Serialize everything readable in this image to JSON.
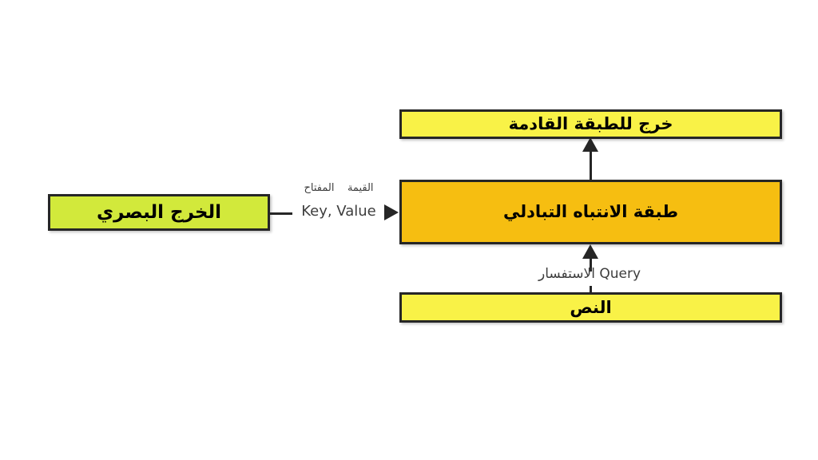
{
  "diagram": {
    "title": "طبقة الانتباه التبادلي",
    "language": "ar",
    "background_color": "#ffffff",
    "nodes": {
      "next_layer": {
        "label": "خرج للطبقة القادمة",
        "fill_color": "#F9F247",
        "border_color": "#262626"
      },
      "cross_attention": {
        "label": "طبقة الانتباه التبادلي",
        "fill_color": "#F6BE11",
        "border_color": "#262626"
      },
      "text_input": {
        "label": "النص",
        "fill_color": "#F9F247",
        "border_color": "#262626"
      },
      "visual_output": {
        "label": "الخرج البصري",
        "fill_color": "#D2E93B",
        "border_color": "#262626"
      }
    },
    "edges": {
      "key_value": {
        "latin_label": "Key, Value",
        "arabic_label": "القيمة    المفتاح",
        "color": "#262626",
        "text_color": "#3d3d3d"
      },
      "query": {
        "latin_label": "Query",
        "arabic_label": "الاستفسار",
        "color": "#262626",
        "text_color": "#3d3d3d"
      },
      "output_up": {
        "label": "",
        "color": "#262626"
      }
    }
  }
}
